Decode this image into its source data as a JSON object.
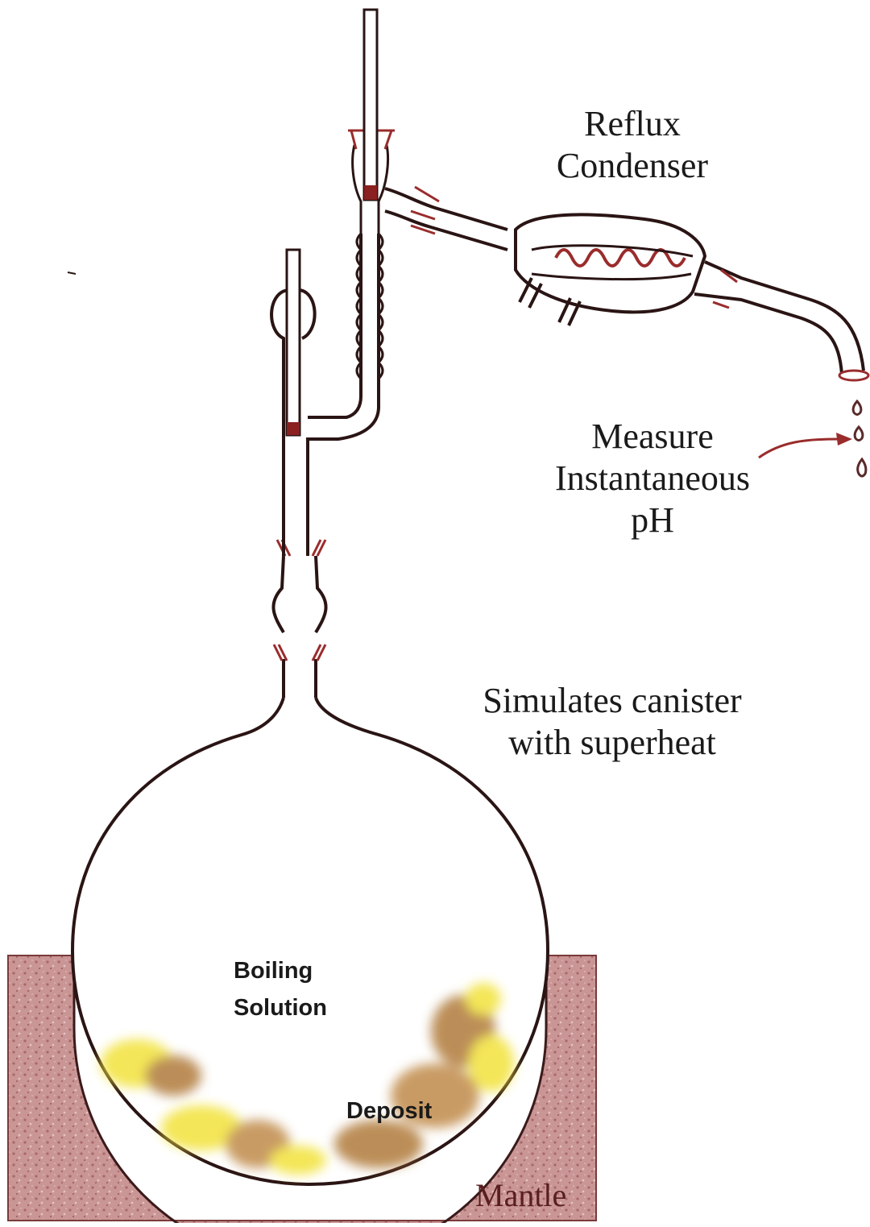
{
  "labels": {
    "reflux_condenser": [
      "Reflux",
      "Condenser"
    ],
    "measure_ph": [
      "Measure",
      "Instantaneous",
      "pH"
    ],
    "simulates": [
      "Simulates canister",
      "with superheat"
    ],
    "boiling_solution": [
      "Boiling",
      "Solution"
    ],
    "deposit": "Deposit",
    "mantle": "Mantle"
  },
  "colors": {
    "glass_outline": "#2a1414",
    "glass_accent": "#9a2c2c",
    "mantle_fill": "#c98f8f",
    "mantle_edge": "#7a3a3a",
    "deposit_brown": "#b07a3a",
    "deposit_yellow": "#f2e23a",
    "thermometer_bulb": "#8a2020",
    "droplet": "#5a2a2a"
  }
}
